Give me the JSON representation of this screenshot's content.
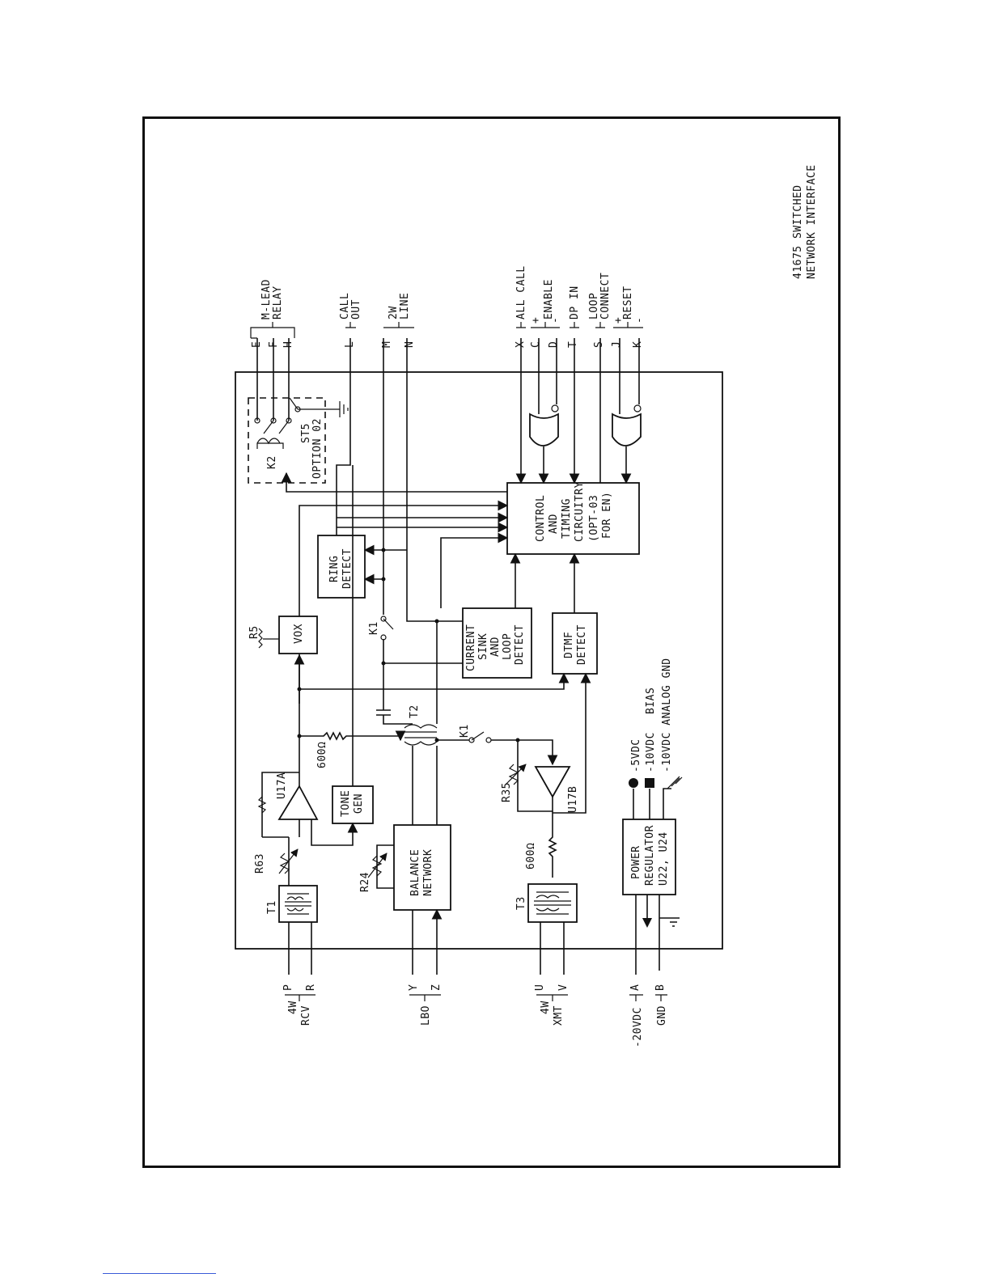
{
  "title": {
    "line1": "41675 SWITCHED",
    "line2": "NETWORK INTERFACE"
  },
  "blocks": {
    "control": [
      "CONTROL",
      "AND",
      "TIMING",
      "CIRCUITRY",
      "(OPT-03",
      "FOR EN)"
    ],
    "ring_detect": [
      "RING",
      "DETECT"
    ],
    "vox": "VOX",
    "current_sink": [
      "CURRENT",
      "SINK",
      "AND",
      "LOOP",
      "DETECT"
    ],
    "dtmf": [
      "DTMF",
      "DETECT"
    ],
    "tone_gen": [
      "TONE",
      "GEN"
    ],
    "balance": [
      "BALANCE",
      "NETWORK"
    ],
    "power": [
      "POWER",
      "REGULATOR",
      "U22, U24"
    ],
    "option": "OPTION 02"
  },
  "components": {
    "k2": "K2",
    "st5": "ST5",
    "k1_top": "K1",
    "k1_bottom": "K1",
    "r5": "R5",
    "t2": "T2",
    "r600_top": "600Ω",
    "u17a": "U17A",
    "r63": "R63",
    "t1": "T1",
    "r24": "R24",
    "r35": "R35",
    "u17b": "U17B",
    "r600_bottom": "600Ω",
    "t3": "T3"
  },
  "top_terminals": {
    "e": "E",
    "f": "F",
    "h": "H",
    "mlead": [
      "M-LEAD",
      "RELAY"
    ],
    "l": "L",
    "call_out": [
      "CALL",
      "OUT"
    ],
    "m": "M",
    "n": "N",
    "two_w_line": [
      "2W",
      "LINE"
    ],
    "x": "X",
    "all_call": "ALL CALL",
    "c": "C",
    "d": "D",
    "enable": "ENABLE",
    "plus1": "+",
    "minus1": "-",
    "t": "T",
    "dp_in": "DP IN",
    "s": "S",
    "loop_connect": [
      "LOOP",
      "CONNECT"
    ],
    "j": "J",
    "k": "K",
    "reset": "RESET",
    "plus2": "+",
    "minus2": "-"
  },
  "bottom_terminals": {
    "p": "P",
    "r": "R",
    "rcv4w": [
      "4W",
      "RCV"
    ],
    "y": "Y",
    "z": "Z",
    "lbo": "LBO",
    "u": "U",
    "v": "V",
    "xmt4w": [
      "4W",
      "XMT"
    ],
    "a": "A",
    "minus20": "-20VDC",
    "b": "B",
    "gnd": "GND"
  },
  "power_outputs": {
    "minus5": "-5VDC",
    "minus10": "-10VDC",
    "bias": "BIAS",
    "minus10_analog": "-10VDC ANALOG GND"
  }
}
